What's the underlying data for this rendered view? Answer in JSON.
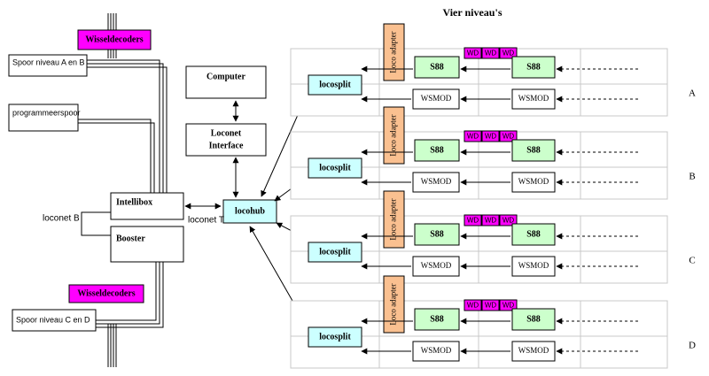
{
  "title": "Vier niveau's",
  "wisseldecoders_top": "Wisseldecoders",
  "wisseldecoders_bottom": "Wisseldecoders",
  "spoor_ab": "Spoor niveau A en B",
  "spoor_cd": "Spoor niveau C en D",
  "programmeerspoor": "programmeerspoor",
  "computer": "Computer",
  "loconet_interface_line1": "Loconet",
  "loconet_interface_line2": "Interface",
  "intellibox": "Intellibox",
  "booster": "Booster",
  "loconet_b": "loconet B",
  "loconet_t": "loconet T",
  "locohub": "locohub",
  "levels": [
    {
      "label": "A",
      "locosplit": "locosplit",
      "loco_adapter": "Loco adapter",
      "s88_left": "S88",
      "s88_right": "S88",
      "wd": [
        "WD",
        "WD",
        "WD"
      ],
      "wsmod_left": "WSMOD",
      "wsmod_right": "WSMOD"
    },
    {
      "label": "B",
      "locosplit": "locosplit",
      "loco_adapter": "Loco adapter",
      "s88_left": "S88",
      "s88_right": "S88",
      "wd": [
        "WD",
        "WD",
        "WD"
      ],
      "wsmod_left": "WSMOD",
      "wsmod_right": "WSMOD"
    },
    {
      "label": "C",
      "locosplit": "locosplit",
      "loco_adapter": "Loco adapter",
      "s88_left": "S88",
      "s88_right": "S88",
      "wd": [
        "WD",
        "WD",
        "WD"
      ],
      "wsmod_left": "WSMOD",
      "wsmod_right": "WSMOD"
    },
    {
      "label": "D",
      "locosplit": "locosplit",
      "loco_adapter": "Loco adapter",
      "s88_left": "S88",
      "s88_right": "S88",
      "wd": [
        "WD",
        "WD",
        "WD"
      ],
      "wsmod_left": "WSMOD",
      "wsmod_right": "WSMOD"
    }
  ],
  "colors": {
    "magenta": "#ff00ff",
    "cyan": "#ccffff",
    "green": "#ccffcc",
    "orange": "#fac090",
    "grid": "#c8c8c8"
  }
}
